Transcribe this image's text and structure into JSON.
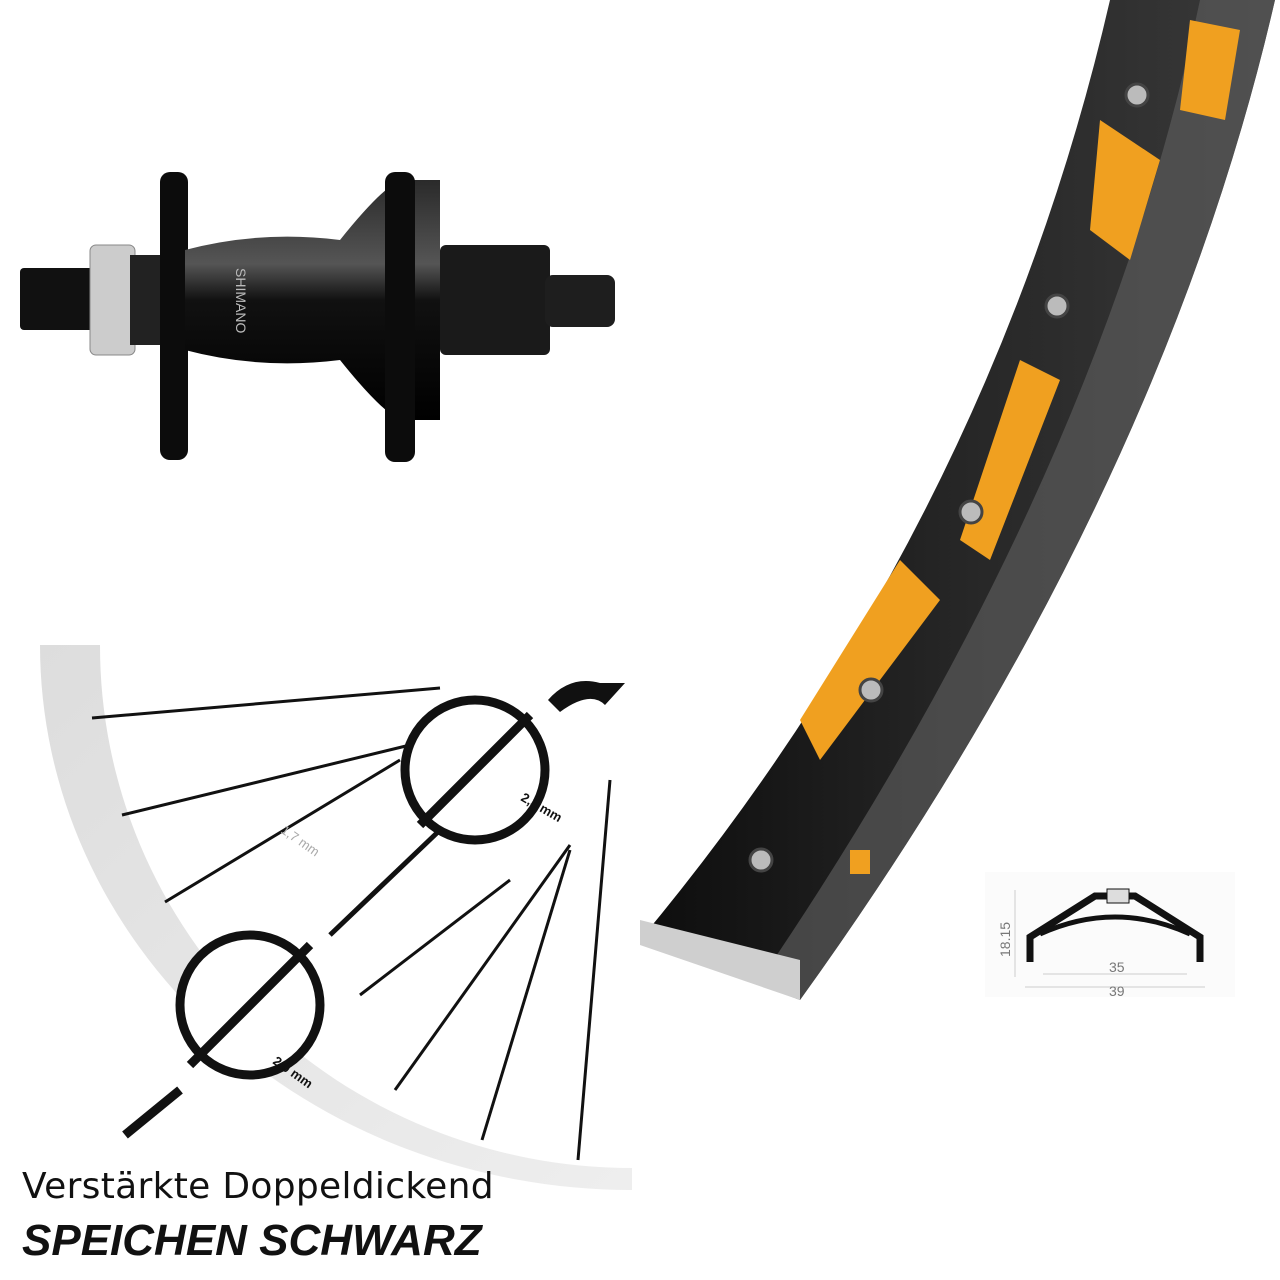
{
  "hub": {
    "brand_text": "SHIMANO"
  },
  "spoke_diagram": {
    "dim_outer": "2,3 mm",
    "dim_middle": "1,7 mm",
    "dim_end": "2,0 mm"
  },
  "rim_profile": {
    "height": "18.15",
    "inner_width": "35",
    "outer_width": "39"
  },
  "caption": {
    "line1": "Verstärkte Doppeldickend",
    "line2": "SPEICHEN SCHWARZ"
  },
  "colors": {
    "rim_black": "#151515",
    "rim_orange": "#f0a020",
    "rim_grey": "#6a6a6a"
  }
}
